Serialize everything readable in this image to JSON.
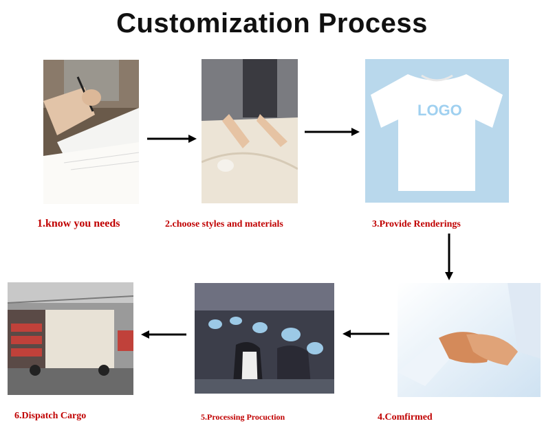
{
  "title": "Customization Process",
  "steps": [
    {
      "caption": "1.know you needs",
      "image": "writing-notes-photo"
    },
    {
      "caption": "2.choose styles and materials",
      "image": "fabric-cutting-photo"
    },
    {
      "caption": "3.Provide Renderings",
      "image": "tshirt-rendering-photo",
      "logo_text": "LOGO"
    },
    {
      "caption": "4.Comfirmed",
      "image": "handshake-photo"
    },
    {
      "caption": "5.Processing Procuction",
      "image": "factory-workers-photo"
    },
    {
      "caption": "6.Dispatch Cargo",
      "image": "cargo-truck-photo"
    }
  ],
  "colors": {
    "caption": "#c00000",
    "title": "#111111",
    "arrow": "#000000",
    "tshirt_bg": "#b9d8ec",
    "logo": "#9fd0f0"
  }
}
